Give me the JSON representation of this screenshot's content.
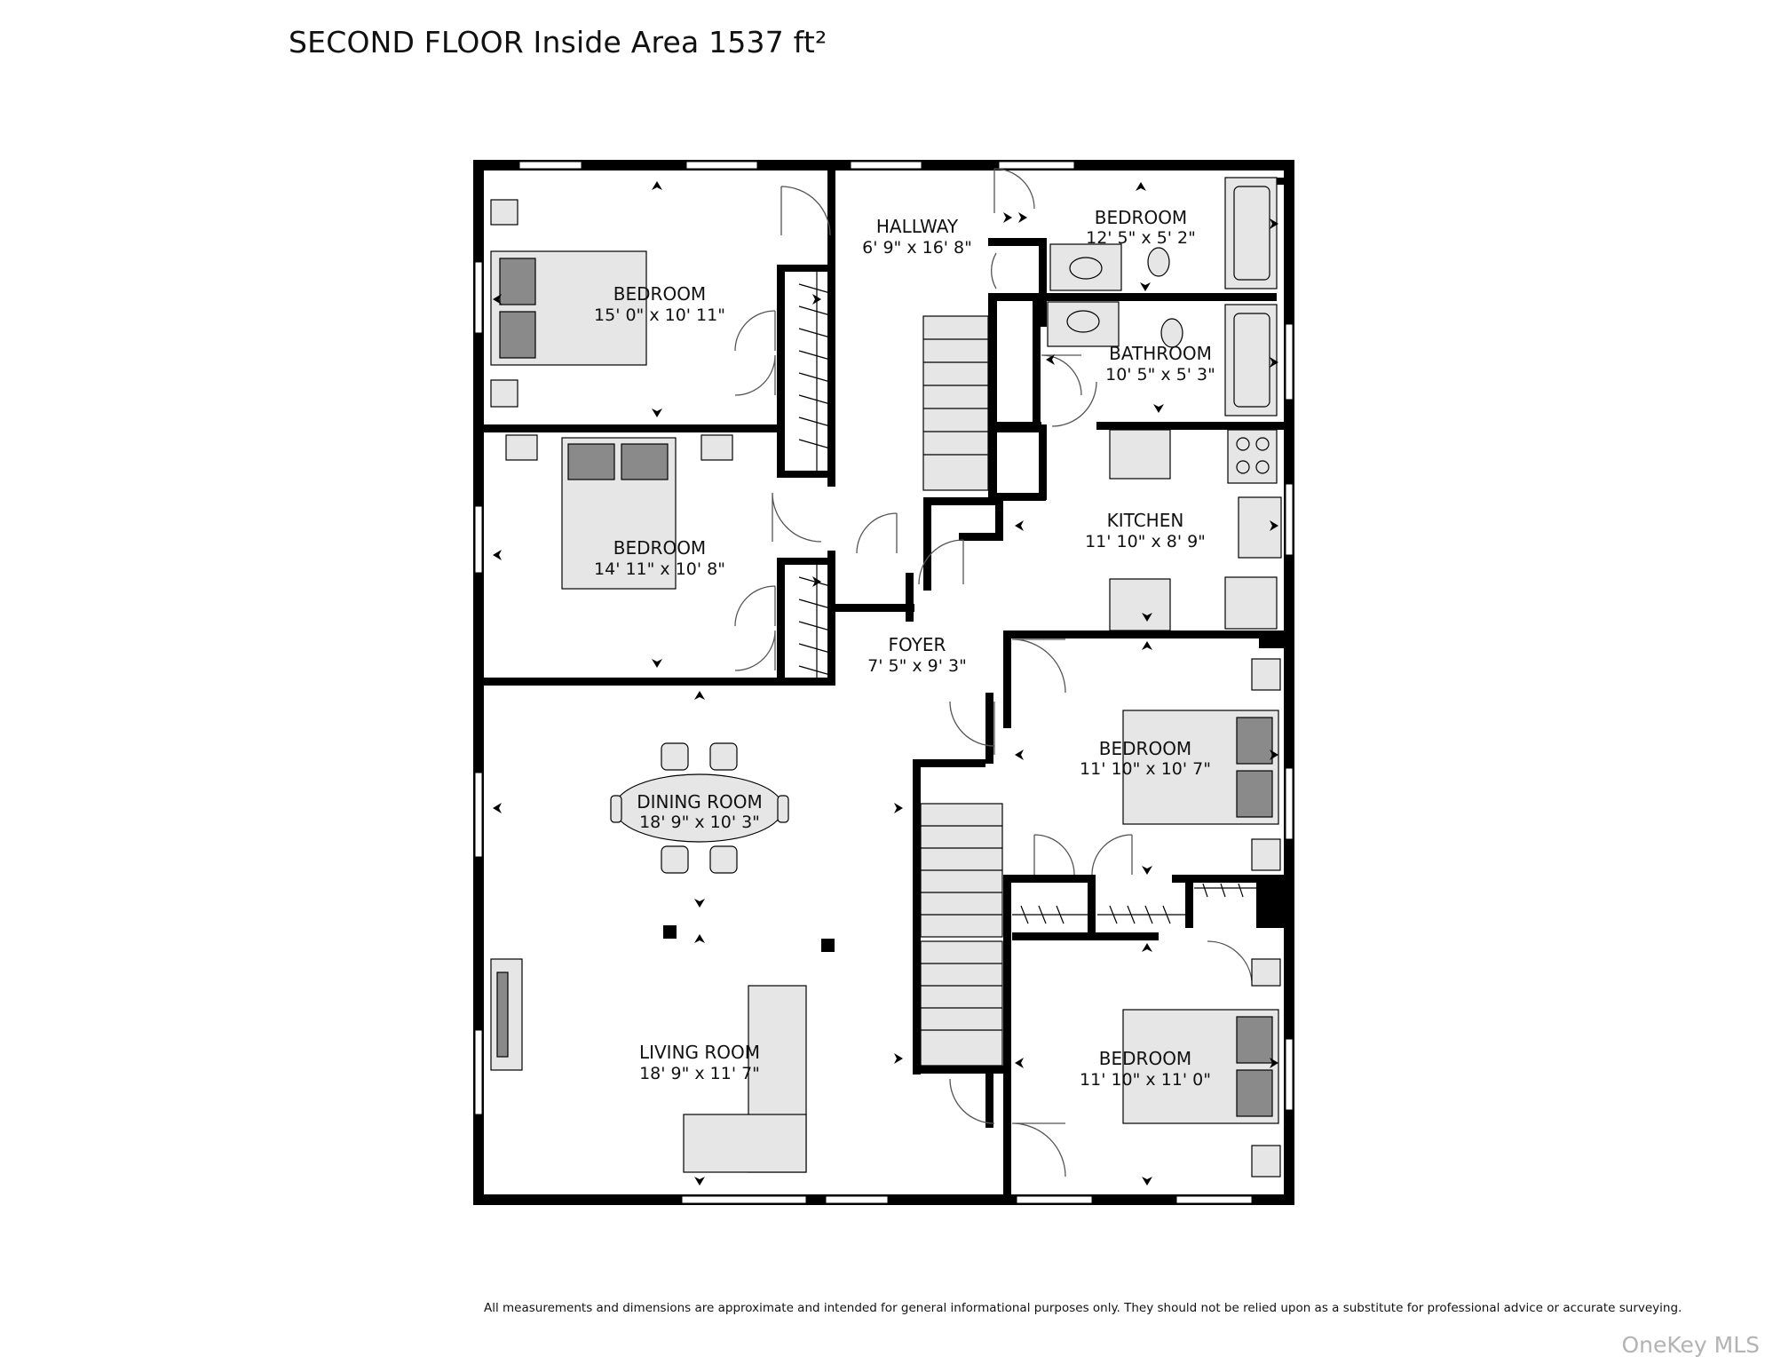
{
  "title": "SECOND FLOOR Inside Area 1537 ft²",
  "rooms": [
    {
      "name": "HALLWAY",
      "dims": "6' 9\" x 16' 8\""
    },
    {
      "name": "BEDROOM",
      "dims": "12' 5\" x 5' 2\""
    },
    {
      "name": "BEDROOM",
      "dims": "15' 0\" x 10' 11\""
    },
    {
      "name": "BATHROOM",
      "dims": "10' 5\" x 5' 3\""
    },
    {
      "name": "BEDROOM",
      "dims": "14' 11\" x 10' 8\""
    },
    {
      "name": "KITCHEN",
      "dims": "11' 10\" x 8' 9\""
    },
    {
      "name": "FOYER",
      "dims": "7' 5\" x 9' 3\""
    },
    {
      "name": "BEDROOM",
      "dims": "11' 10\" x 10' 7\""
    },
    {
      "name": "DINING ROOM",
      "dims": "18' 9\" x 10' 3\""
    },
    {
      "name": "LIVING ROOM",
      "dims": "18' 9\" x 11' 7\""
    },
    {
      "name": "BEDROOM",
      "dims": "11' 10\" x 11' 0\""
    }
  ],
  "disclaimer": "All measurements and dimensions are approximate and intended for general informational purposes only. They should not be relied upon as a substitute for professional advice or accurate surveying.",
  "watermark": "OneKey MLS"
}
